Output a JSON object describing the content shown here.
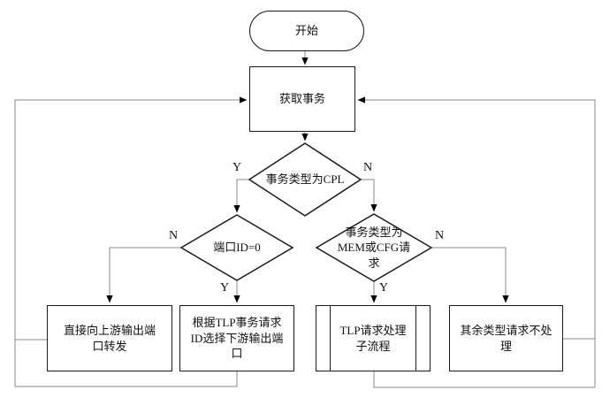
{
  "diagram_title": "TLP transaction routing flowchart",
  "colors": {
    "background": "#ffffff",
    "shape_border": "#1c1c1c",
    "connector": "#8a8a8a",
    "arrowhead": "#000000",
    "text": "#111111"
  },
  "nodes": {
    "start": {
      "label": "开始",
      "shape": "terminator"
    },
    "get_transaction": {
      "label": "获取事务",
      "shape": "process"
    },
    "is_cpl": {
      "label": "事务类型为CPL",
      "shape": "decision"
    },
    "port_id_zero": {
      "label": "端口ID=0",
      "shape": "decision"
    },
    "is_mem_cfg": {
      "lines": [
        "事务类型为",
        "MEM或CFG请",
        "求"
      ],
      "shape": "decision"
    },
    "forward_upstream": {
      "lines": [
        "直接向上游输出端",
        "口转发"
      ],
      "shape": "process"
    },
    "select_downstream": {
      "lines": [
        "根据TLP事务请求",
        "ID选择下游输出端",
        "口"
      ],
      "shape": "process"
    },
    "tlp_subprocess": {
      "lines": [
        "TLP请求处理",
        "子流程"
      ],
      "shape": "predefined-process"
    },
    "ignore_others": {
      "lines": [
        "其余类型请求不处",
        "理"
      ],
      "shape": "process"
    }
  },
  "branch_labels": {
    "yes": "Y",
    "no": "N"
  }
}
